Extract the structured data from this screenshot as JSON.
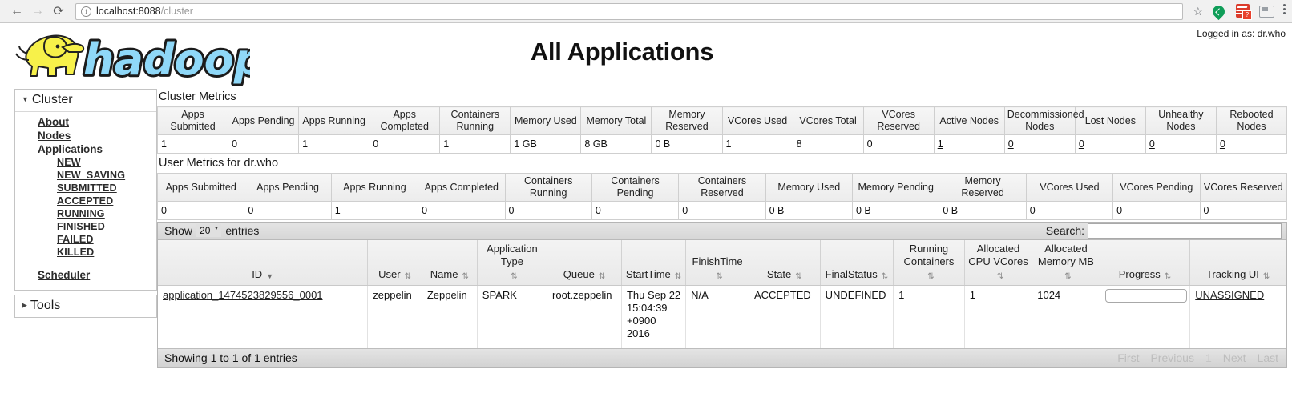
{
  "browser": {
    "back_icon": "back-arrow-icon",
    "forward_icon": "forward-arrow-icon",
    "reload_icon": "reload-icon",
    "url_host": "localhost:8088",
    "url_path": "/cluster",
    "url_full": "localhost:8088/cluster",
    "star_glyph": "☆",
    "ext_badge": "?"
  },
  "header": {
    "logged_in": "Logged in as: dr.who",
    "title": "All Applications",
    "logo_alt": "hadoop",
    "logo_text": "hadoop"
  },
  "sidebar": {
    "cluster": {
      "label": "Cluster",
      "caret": "▼",
      "items": [
        {
          "label": "About",
          "level": 1
        },
        {
          "label": "Nodes",
          "level": 1
        },
        {
          "label": "Applications",
          "level": 1
        },
        {
          "label": "NEW",
          "level": 2
        },
        {
          "label": "NEW_SAVING",
          "level": 2
        },
        {
          "label": "SUBMITTED",
          "level": 2
        },
        {
          "label": "ACCEPTED",
          "level": 2
        },
        {
          "label": "RUNNING",
          "level": 2
        },
        {
          "label": "FINISHED",
          "level": 2
        },
        {
          "label": "FAILED",
          "level": 2
        },
        {
          "label": "KILLED",
          "level": 2
        },
        {
          "label": "Scheduler",
          "level": 1,
          "spaced": true
        }
      ]
    },
    "tools": {
      "label": "Tools",
      "caret": "▶"
    }
  },
  "cluster_metrics": {
    "title": "Cluster Metrics",
    "columns": [
      "Apps Submitted",
      "Apps Pending",
      "Apps Running",
      "Apps Completed",
      "Containers Running",
      "Memory Used",
      "Memory Total",
      "Memory Reserved",
      "VCores Used",
      "VCores Total",
      "VCores Reserved",
      "Active Nodes",
      "Decommissioned Nodes",
      "Lost Nodes",
      "Unhealthy Nodes",
      "Rebooted Nodes"
    ],
    "values": [
      "1",
      "0",
      "1",
      "0",
      "1",
      "1 GB",
      "8 GB",
      "0 B",
      "1",
      "8",
      "0",
      "1",
      "0",
      "0",
      "0",
      "0"
    ],
    "link_flags": [
      false,
      false,
      false,
      false,
      false,
      false,
      false,
      false,
      false,
      false,
      false,
      true,
      true,
      true,
      true,
      true
    ]
  },
  "user_metrics": {
    "title": "User Metrics for dr.who",
    "columns": [
      "Apps Submitted",
      "Apps Pending",
      "Apps Running",
      "Apps Completed",
      "Containers Running",
      "Containers Pending",
      "Containers Reserved",
      "Memory Used",
      "Memory Pending",
      "Memory Reserved",
      "VCores Used",
      "VCores Pending",
      "VCores Reserved"
    ],
    "values": [
      "0",
      "0",
      "1",
      "0",
      "0",
      "0",
      "0",
      "0 B",
      "0 B",
      "0 B",
      "0",
      "0",
      "0"
    ]
  },
  "datatable": {
    "show_label": "Show",
    "page_length": "20",
    "entries_label": "entries",
    "search_label": "Search:",
    "search_value": "",
    "search_placeholder": "",
    "columns": [
      {
        "label": "ID",
        "sort": "desc"
      },
      {
        "label": "User",
        "sort": "none"
      },
      {
        "label": "Name",
        "sort": "none"
      },
      {
        "label": "Application Type",
        "sort": "none"
      },
      {
        "label": "Queue",
        "sort": "none"
      },
      {
        "label": "StartTime",
        "sort": "none"
      },
      {
        "label": "FinishTime",
        "sort": "none"
      },
      {
        "label": "State",
        "sort": "none"
      },
      {
        "label": "FinalStatus",
        "sort": "none"
      },
      {
        "label": "Running Containers",
        "sort": "none"
      },
      {
        "label": "Allocated CPU VCores",
        "sort": "none"
      },
      {
        "label": "Allocated Memory MB",
        "sort": "none"
      },
      {
        "label": "Progress",
        "sort": "none"
      },
      {
        "label": "Tracking UI",
        "sort": "none"
      }
    ],
    "rows": [
      {
        "id": "application_1474523829556_0001",
        "user": "zeppelin",
        "name": "Zeppelin",
        "app_type": "SPARK",
        "queue": "root.zeppelin",
        "start_time": "Thu Sep 22 15:04:39 +0900 2016",
        "finish_time": "N/A",
        "state": "ACCEPTED",
        "final_status": "UNDEFINED",
        "running_containers": "1",
        "allocated_cpu_vcores": "1",
        "allocated_memory_mb": "1024",
        "progress": "0",
        "tracking_ui": "UNASSIGNED"
      }
    ],
    "info": "Showing 1 to 1 of 1 entries",
    "pager": {
      "first": "First",
      "previous": "Previous",
      "current": "1",
      "next": "Next",
      "last": "Last"
    }
  },
  "sort_glyphs": {
    "none": "⇅",
    "desc": "▼"
  }
}
